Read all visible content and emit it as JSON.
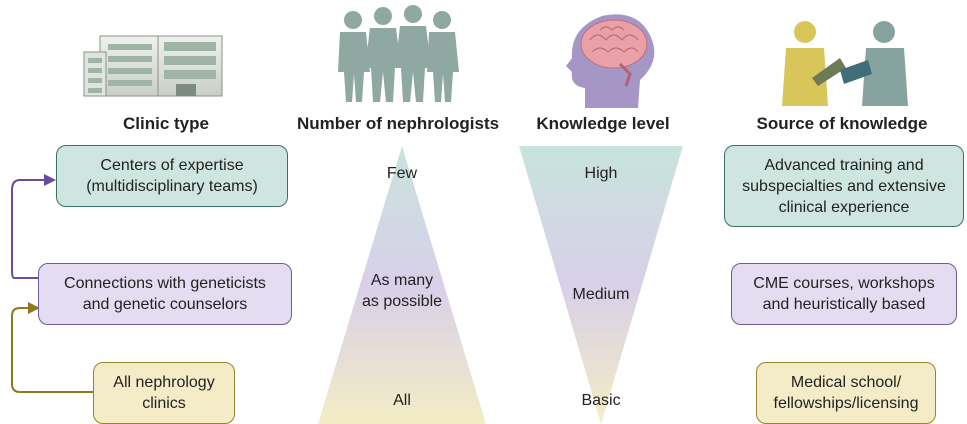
{
  "headers": {
    "clinic_type": "Clinic type",
    "nephrologists": "Number of nephrologists",
    "knowledge_level": "Knowledge level",
    "source": "Source of knowledge"
  },
  "clinic_boxes": {
    "top": "Centers of expertise\n(multidisciplinary teams)",
    "middle": "Connections with geneticists\nand genetic counselors",
    "bottom": "All nephrology\nclinics"
  },
  "nephrologist_labels": {
    "top": "Few",
    "middle": "As many\nas possible",
    "bottom": "All"
  },
  "knowledge_labels": {
    "top": "High",
    "middle": "Medium",
    "bottom": "Basic"
  },
  "source_boxes": {
    "top": "Advanced training and\nsubspecialties and extensive\nclinical experience",
    "middle": "CME courses, workshops\nand heuristically based",
    "bottom": "Medical school/\nfellowships/licensing"
  },
  "colors": {
    "teal": "#cfe5df",
    "purple": "#e4dcf0",
    "yellow": "#f4ecc6",
    "arrow_purple": "#6a4a9a",
    "arrow_olive": "#8c7a1c"
  },
  "icons": [
    "building-icon",
    "people-group-icon",
    "brain-head-icon",
    "consultation-icon"
  ]
}
